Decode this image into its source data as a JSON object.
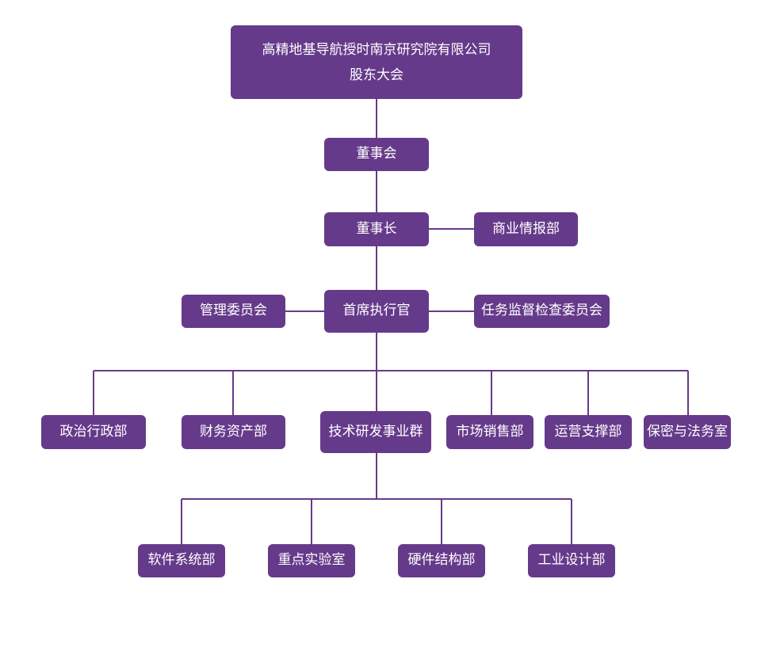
{
  "root": {
    "line1": "高精地基导航授时南京研究院有限公司",
    "line2": "股东大会"
  },
  "board": "董事会",
  "chairman": "董事长",
  "business_intel": "商业情报部",
  "ceo": "首席执行官",
  "management_committee": "管理委员会",
  "task_supervision_committee": "任务监督检查委员会",
  "departments": [
    "政治行政部",
    "财务资产部",
    "技术研发事业群",
    "市场销售部",
    "运营支撑部",
    "保密与法务室"
  ],
  "rd_units": [
    "软件系统部",
    "重点实验室",
    "硬件结构部",
    "工业设计部"
  ],
  "colors": {
    "box": "#663a8a",
    "line": "#663a8a",
    "text": "#ffffff"
  }
}
